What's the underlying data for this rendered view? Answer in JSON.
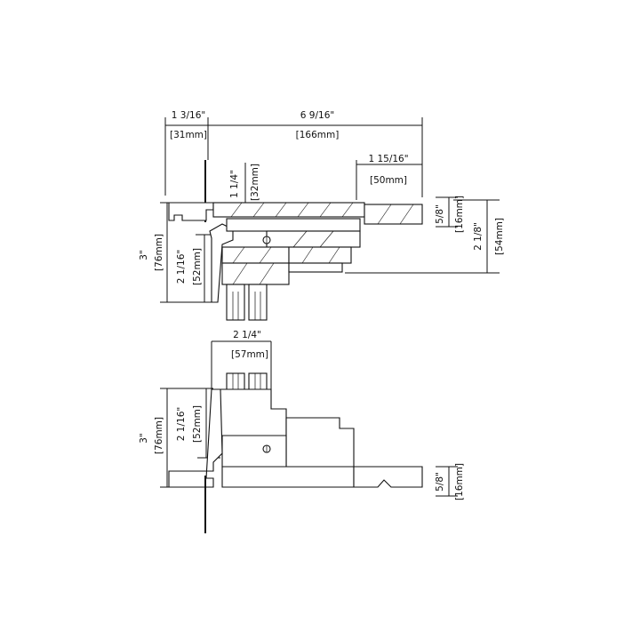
{
  "top_section": {
    "frame_depth_in": "1 3/16\"",
    "frame_depth_mm": "[31mm]",
    "overall_depth_in": "6 9/16\"",
    "overall_depth_mm": "[166mm]",
    "extension_in": "1 15/16\"",
    "extension_mm": "[50mm]",
    "flange_in": "1 1/4\"",
    "flange_mm": "[32mm]",
    "height_in": "3\"",
    "height_mm": "[76mm]",
    "sash_in": "2 1/16\"",
    "sash_mm": "[52mm]",
    "jamb_in": "5/8\"",
    "jamb_mm": "[16mm]",
    "casing_in": "2 1/8\"",
    "casing_mm": "[54mm]"
  },
  "bottom_section": {
    "glazing_in": "2 1/4\"",
    "glazing_mm": "[57mm]",
    "height_in": "3\"",
    "height_mm": "[76mm]",
    "sash_in": "2 1/16\"",
    "sash_mm": "[52mm]",
    "jamb_in": "5/8\"",
    "jamb_mm": "[16mm]"
  }
}
